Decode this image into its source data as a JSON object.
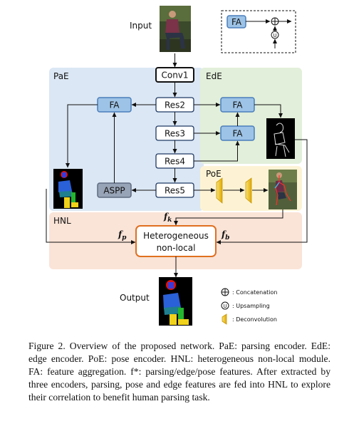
{
  "figure": {
    "input_label": "Input",
    "output_label": "Output",
    "legend_box_fa": "FA",
    "regions": {
      "pae": "PaE",
      "ede": "EdE",
      "poe": "PoE",
      "hnl": "HNL"
    },
    "blocks": {
      "conv1": "Conv1",
      "res2": "Res2",
      "res3": "Res3",
      "res4": "Res4",
      "res5": "Res5",
      "aspp": "ASPP",
      "fa_pae": "FA",
      "fa_ede_top": "FA",
      "fa_ede_bottom": "FA",
      "hnl_line1": "Heterogeneous",
      "hnl_line2": "non-local"
    },
    "features": {
      "fp_base": "f",
      "fp_sub": "p",
      "fk_base": "f",
      "fk_sub": "k",
      "fb_base": "f",
      "fb_sub": "b"
    },
    "legend": {
      "concat": ": Concatenation",
      "upsample": ": Upsampling",
      "deconv": ": Deconvolution",
      "upsample_glyph": "U"
    }
  },
  "caption": "Figure 2. Overview of the proposed network. PaE: parsing encoder. EdE: edge encoder. PoE: pose encoder. HNL: heterogeneous non-local module. FA: feature aggregation. f*: parsing/edge/pose features. After extracted by three encoders, parsing, pose and edge features are fed into HNL to explore their correlation to benefit human parsing task.",
  "colors": {
    "pae_bg": "#dbe7f4",
    "ede_bg": "#e2efda",
    "poe_bg": "#fdf3d4",
    "hnl_bg": "#fae3d7",
    "fa_fill": "#9dc3e6",
    "fa_stroke": "#4a7ebb",
    "res_stroke": "#1f3864",
    "hnl_stroke": "#e07020",
    "deconv_fill": "#f5cf3a"
  }
}
